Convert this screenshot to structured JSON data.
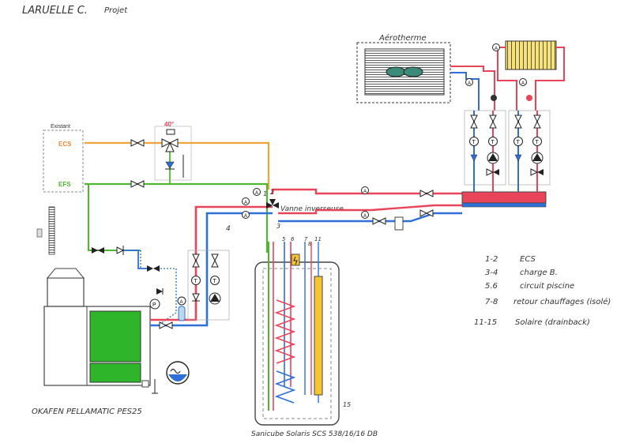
{
  "header": {
    "author": "LARUELLE C.",
    "subtitle": "Projet"
  },
  "existing_box": {
    "title": "Existant",
    "ecs": "ECS",
    "efs": "EFS"
  },
  "mixer": {
    "temperature": "40°"
  },
  "aerotherm": {
    "label": "Aérotherme"
  },
  "valve": {
    "label": "Vanne inverseuse"
  },
  "port_numbers": [
    "1",
    "2",
    "3",
    "4",
    "5",
    "6",
    "7",
    "8",
    "11",
    "15"
  ],
  "gauge_symbol": "A",
  "thermometer_symbol": "T",
  "pressure_symbol": "P",
  "boiler": {
    "label": "OKAFEN PELLAMATIC PES25"
  },
  "tank": {
    "label": "Sanicube Solaris SCS 538/16/16 DB"
  },
  "legend": {
    "items": [
      {
        "key": "1-2",
        "text": "ECS"
      },
      {
        "key": "3-4",
        "text": "charge B."
      },
      {
        "key": "5.6",
        "text": "circuit piscine"
      },
      {
        "key": "7-8",
        "text": "retour chauffages (isolé)"
      },
      {
        "key": "11-15",
        "text": "Solaire (drainback)"
      }
    ]
  },
  "colors": {
    "hot": "#e8455a",
    "cold": "#2f6fd6",
    "green_pipe": "#4cb82e",
    "orange_pipe": "#f2a23a",
    "boiler_green": "#2fb52a",
    "coil_yellow": "#f5c431",
    "collector": "#e8455a"
  }
}
